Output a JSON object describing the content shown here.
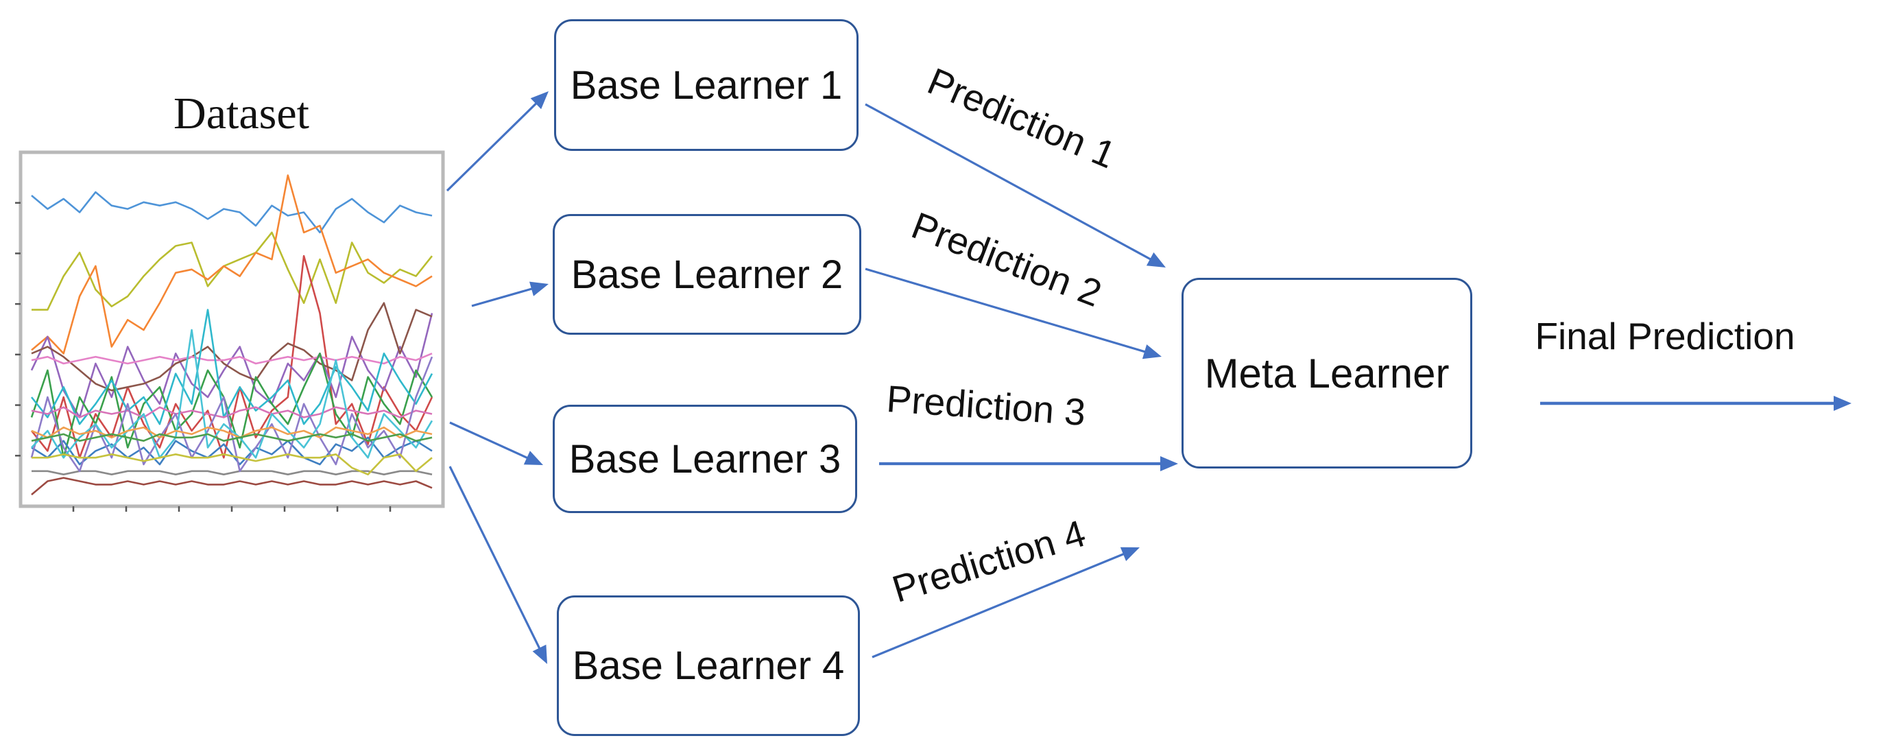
{
  "diagram": {
    "dataset": {
      "label": "Dataset"
    },
    "base_learners": [
      {
        "label": "Base Learner 1"
      },
      {
        "label": "Base Learner 2"
      },
      {
        "label": "Base Learner 3"
      },
      {
        "label": "Base Learner 4"
      }
    ],
    "meta_learner": {
      "label": "Meta Learner"
    },
    "predictions": [
      {
        "label": "Prediction 1"
      },
      {
        "label": "Prediction 2"
      },
      {
        "label": "Prediction 3"
      },
      {
        "label": "Prediction 4"
      }
    ],
    "final_prediction": {
      "label": "Final Prediction"
    },
    "colors": {
      "box_border": "#2e5696",
      "arrow": "#4472c4",
      "plot_frame": "#b9b9b9",
      "tick": "#555555",
      "text": "#111111"
    },
    "connectors": [
      {
        "id": "arrow-dataset-to-base-learner-1",
        "from": "dataset",
        "to": "base-learner-1",
        "points": [
          652,
          278,
          800,
          133
        ],
        "width": 3.2
      },
      {
        "id": "arrow-dataset-to-base-learner-2",
        "from": "dataset",
        "to": "base-learner-2",
        "points": [
          688,
          446,
          800,
          414
        ],
        "width": 3.2
      },
      {
        "id": "arrow-dataset-to-base-learner-3",
        "from": "dataset",
        "to": "base-learner-3",
        "points": [
          656,
          616,
          792,
          678
        ],
        "width": 3.2
      },
      {
        "id": "arrow-dataset-to-base-learner-4",
        "from": "dataset",
        "to": "base-learner-4",
        "points": [
          656,
          680,
          798,
          968
        ],
        "width": 3.2
      },
      {
        "id": "arrow-prediction-1",
        "from": "base-learner-1",
        "to": "meta-learner",
        "points": [
          1262,
          152,
          1700,
          390
        ],
        "width": 3.2
      },
      {
        "id": "arrow-prediction-2",
        "from": "base-learner-2",
        "to": "meta-learner",
        "points": [
          1262,
          392,
          1694,
          520
        ],
        "width": 3.2
      },
      {
        "id": "arrow-prediction-3",
        "from": "base-learner-3",
        "to": "meta-learner",
        "points": [
          1282,
          676,
          1718,
          676
        ],
        "width": 4.2
      },
      {
        "id": "arrow-prediction-4",
        "from": "base-learner-4",
        "to": "meta-learner",
        "points": [
          1272,
          958,
          1662,
          798
        ],
        "width": 3.2
      },
      {
        "id": "arrow-final-prediction",
        "from": "meta-learner",
        "to": "output",
        "points": [
          2246,
          588,
          2700,
          588
        ],
        "width": 4.5
      }
    ]
  },
  "dataset_plot": {
    "type": "line",
    "x_points": 26,
    "y_tick_count": 6,
    "x_tick_count": 7,
    "series": [
      {
        "color": "#4e94d8",
        "values": [
          10,
          14,
          11,
          15,
          9,
          13,
          14,
          12,
          13,
          12,
          14,
          17,
          14,
          15,
          19,
          13,
          16,
          15,
          21,
          14,
          11,
          15,
          18,
          13,
          15,
          16
        ]
      },
      {
        "color": "#b9bd2f",
        "values": [
          44,
          44,
          34,
          27,
          38,
          43,
          40,
          34,
          29,
          25,
          24,
          37,
          31,
          29,
          27,
          21,
          32,
          42,
          29,
          42,
          24,
          33,
          36,
          32,
          34,
          28
        ]
      },
      {
        "color": "#f58634",
        "values": [
          56,
          52,
          57,
          40,
          31,
          55,
          47,
          50,
          42,
          33,
          32,
          35,
          31,
          34,
          27,
          29,
          4,
          21,
          19,
          33,
          31,
          29,
          33,
          35,
          37,
          34
        ]
      },
      {
        "color": "#cf4a4a",
        "values": [
          80,
          86,
          70,
          88,
          75,
          82,
          67,
          78,
          85,
          72,
          80,
          74,
          88,
          67,
          82,
          74,
          70,
          28,
          45,
          78,
          72,
          84,
          67,
          75,
          80,
          70
        ]
      },
      {
        "color": "#9467bd",
        "values": [
          62,
          52,
          68,
          76,
          60,
          70,
          55,
          65,
          72,
          57,
          66,
          70,
          62,
          55,
          68,
          72,
          60,
          65,
          57,
          70,
          52,
          62,
          68,
          55,
          64,
          45
        ]
      },
      {
        "color": "#8c564b",
        "values": [
          57,
          55,
          58,
          62,
          66,
          68,
          67,
          66,
          64,
          60,
          58,
          55,
          60,
          63,
          65,
          58,
          54,
          56,
          60,
          62,
          65,
          50,
          42,
          57,
          44,
          46
        ]
      },
      {
        "color": "#e583c8",
        "values": [
          59,
          58,
          60,
          59,
          58,
          59,
          60,
          59,
          58,
          59,
          58,
          59,
          59,
          58,
          60,
          59,
          58,
          59,
          58,
          59,
          58,
          59,
          60,
          58,
          59,
          57
        ]
      },
      {
        "color": "#3aa04c",
        "values": [
          76,
          62,
          88,
          70,
          78,
          64,
          85,
          72,
          67,
          80,
          75,
          62,
          70,
          85,
          64,
          72,
          78,
          67,
          57,
          75,
          82,
          64,
          72,
          78,
          62,
          70
        ]
      },
      {
        "color": "#2fb8cc",
        "values": [
          70,
          76,
          67,
          78,
          72,
          65,
          74,
          70,
          78,
          63,
          72,
          44,
          76,
          67,
          74,
          70,
          65,
          78,
          72,
          61,
          67,
          74,
          57,
          65,
          72,
          63
        ]
      },
      {
        "color": "#d873b8",
        "values": [
          74,
          75,
          73,
          76,
          74,
          75,
          74,
          76,
          73,
          75,
          74,
          75,
          76,
          74,
          73,
          75,
          74,
          76,
          75,
          73,
          74,
          75,
          74,
          76,
          74,
          75
        ]
      },
      {
        "color": "#3f7fc1",
        "values": [
          85,
          88,
          83,
          90,
          86,
          84,
          88,
          85,
          90,
          83,
          86,
          88,
          84,
          90,
          85,
          87,
          83,
          88,
          90,
          84,
          86,
          82,
          88,
          85,
          83,
          86
        ]
      },
      {
        "color": "#8a8a8a",
        "values": [
          92,
          92,
          93,
          92,
          92,
          93,
          92,
          92,
          92,
          93,
          92,
          92,
          93,
          92,
          92,
          92,
          93,
          92,
          92,
          93,
          92,
          92,
          93,
          92,
          92,
          93
        ]
      },
      {
        "color": "#9c4a42",
        "values": [
          99,
          95,
          94,
          95,
          96,
          96,
          95,
          96,
          95,
          96,
          95,
          96,
          96,
          95,
          96,
          95,
          96,
          95,
          96,
          96,
          95,
          96,
          95,
          96,
          95,
          97
        ]
      },
      {
        "color": "#8d7cc9",
        "values": [
          88,
          70,
          85,
          92,
          78,
          88,
          72,
          90,
          82,
          75,
          88,
          80,
          70,
          92,
          85,
          78,
          88,
          72,
          82,
          90,
          75,
          85,
          80,
          88,
          70,
          58
        ]
      },
      {
        "color": "#49c3d6",
        "values": [
          85,
          80,
          88,
          82,
          78,
          85,
          80,
          75,
          88,
          82,
          50,
          85,
          78,
          82,
          88,
          75,
          80,
          85,
          78,
          59,
          82,
          88,
          75,
          80,
          85,
          77
        ]
      },
      {
        "color": "#f0a050",
        "values": [
          80,
          82,
          79,
          81,
          80,
          82,
          80,
          79,
          82,
          80,
          81,
          79,
          80,
          82,
          80,
          79,
          81,
          80,
          82,
          79,
          80,
          81,
          79,
          82,
          80,
          81
        ]
      },
      {
        "color": "#4d9f4d",
        "values": [
          83,
          82,
          81,
          83,
          82,
          81,
          82,
          83,
          81,
          82,
          82,
          81,
          83,
          82,
          81,
          82,
          83,
          82,
          81,
          82,
          81,
          83,
          82,
          81,
          83,
          82
        ]
      },
      {
        "color": "#c6c23e",
        "values": [
          88,
          88,
          87,
          88,
          88,
          87,
          88,
          89,
          88,
          87,
          88,
          88,
          87,
          88,
          89,
          88,
          87,
          88,
          88,
          87,
          91,
          93,
          88,
          87,
          92,
          88
        ]
      }
    ]
  }
}
